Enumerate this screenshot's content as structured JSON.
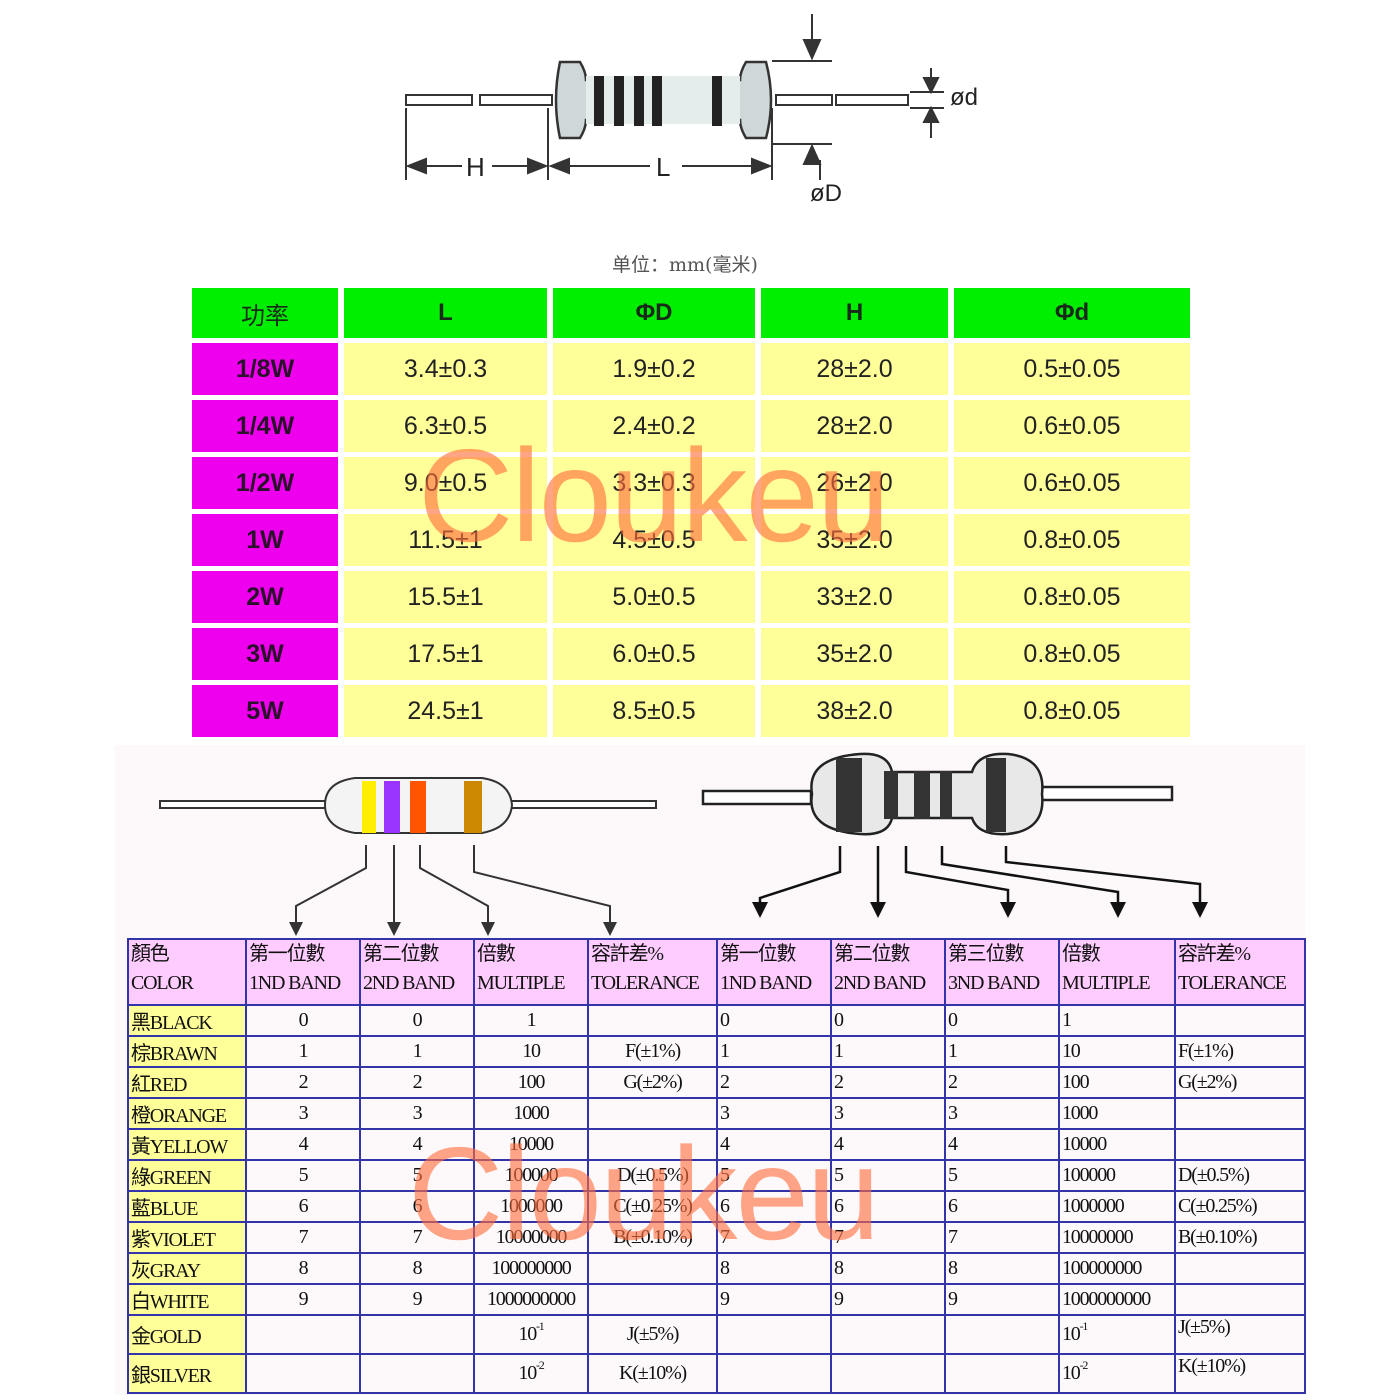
{
  "diagram": {
    "label_h": "H",
    "label_l": "L",
    "label_od_small": "ød",
    "label_od_big": "øD"
  },
  "unit_note": "单位：mm(毫米)",
  "dim_table": {
    "headers": [
      "功率",
      "L",
      "ΦD",
      "H",
      "Φd"
    ],
    "rows": [
      [
        "1/8W",
        "3.4±0.3",
        "1.9±0.2",
        "28±2.0",
        "0.5±0.05"
      ],
      [
        "1/4W",
        "6.3±0.5",
        "2.4±0.2",
        "28±2.0",
        "0.6±0.05"
      ],
      [
        "1/2W",
        "9.0±0.5",
        "3.3±0.3",
        "26±2.0",
        "0.6±0.05"
      ],
      [
        "1W",
        "11.5±1",
        "4.5±0.5",
        "35±2.0",
        "0.8±0.05"
      ],
      [
        "2W",
        "15.5±1",
        "5.0±0.5",
        "33±2.0",
        "0.8±0.05"
      ],
      [
        "3W",
        "17.5±1",
        "6.0±0.5",
        "35±2.0",
        "0.8±0.05"
      ],
      [
        "5W",
        "24.5±1",
        "8.5±0.5",
        "38±2.0",
        "0.8±0.05"
      ]
    ]
  },
  "code_table": {
    "headers": [
      [
        "顏色",
        "COLOR"
      ],
      [
        "第一位數",
        "1ND BAND"
      ],
      [
        "第二位數",
        "2ND BAND"
      ],
      [
        "倍數",
        "MULTIPLE"
      ],
      [
        "容許差%",
        "TOLERANCE"
      ],
      [
        "第一位數",
        "1ND BAND"
      ],
      [
        "第二位數",
        "2ND BAND"
      ],
      [
        "第三位數",
        "3ND BAND"
      ],
      [
        "倍數",
        "MULTIPLE"
      ],
      [
        "容許差%",
        "TOLERANCE"
      ]
    ],
    "rows": [
      [
        "黑BLACK",
        "0",
        "0",
        "1",
        "",
        "0",
        "0",
        "0",
        "1",
        ""
      ],
      [
        "棕BRAWN",
        "1",
        "1",
        "10",
        "F(±1%)",
        "1",
        "1",
        "1",
        "10",
        "F(±1%)"
      ],
      [
        "紅RED",
        "2",
        "2",
        "100",
        "G(±2%)",
        "2",
        "2",
        "2",
        "100",
        "G(±2%)"
      ],
      [
        "橙ORANGE",
        "3",
        "3",
        "1000",
        "",
        "3",
        "3",
        "3",
        "1000",
        ""
      ],
      [
        "黃YELLOW",
        "4",
        "4",
        "10000",
        "",
        "4",
        "4",
        "4",
        "10000",
        ""
      ],
      [
        "綠GREEN",
        "5",
        "5",
        "100000",
        "D(±0.5%)",
        "5",
        "5",
        "5",
        "100000",
        "D(±0.5%)"
      ],
      [
        "藍BLUE",
        "6",
        "6",
        "1000000",
        "C(±0.25%)",
        "6",
        "6",
        "6",
        "1000000",
        "C(±0.25%)"
      ],
      [
        "紫VIOLET",
        "7",
        "7",
        "10000000",
        "B(±0.10%)",
        "7",
        "7",
        "7",
        "10000000",
        "B(±0.10%)"
      ],
      [
        "灰GRAY",
        "8",
        "8",
        "100000000",
        "",
        "8",
        "8",
        "8",
        "100000000",
        ""
      ],
      [
        "白WHITE",
        "9",
        "9",
        "1000000000",
        "",
        "9",
        "9",
        "9",
        "1000000000",
        ""
      ]
    ],
    "gold": {
      "color": "金GOLD",
      "mult_base": "10",
      "mult_exp": "-1",
      "tol": "J(±5%)"
    },
    "silver": {
      "color": "銀SILVER",
      "mult_base": "10",
      "mult_exp": "-2",
      "tol": "K(±10%)"
    }
  },
  "watermark": "Cloukeu",
  "colors": {
    "header_green": "#00ee00",
    "power_magenta": "#ee00ee",
    "value_yellow": "#ffff99",
    "code_header_pink": "#ffccff",
    "grid_blue": "#3333aa",
    "band_yellow": "#ffee00",
    "band_violet": "#9933ff",
    "band_orange": "#ff5500",
    "band_gold": "#cc8800"
  }
}
